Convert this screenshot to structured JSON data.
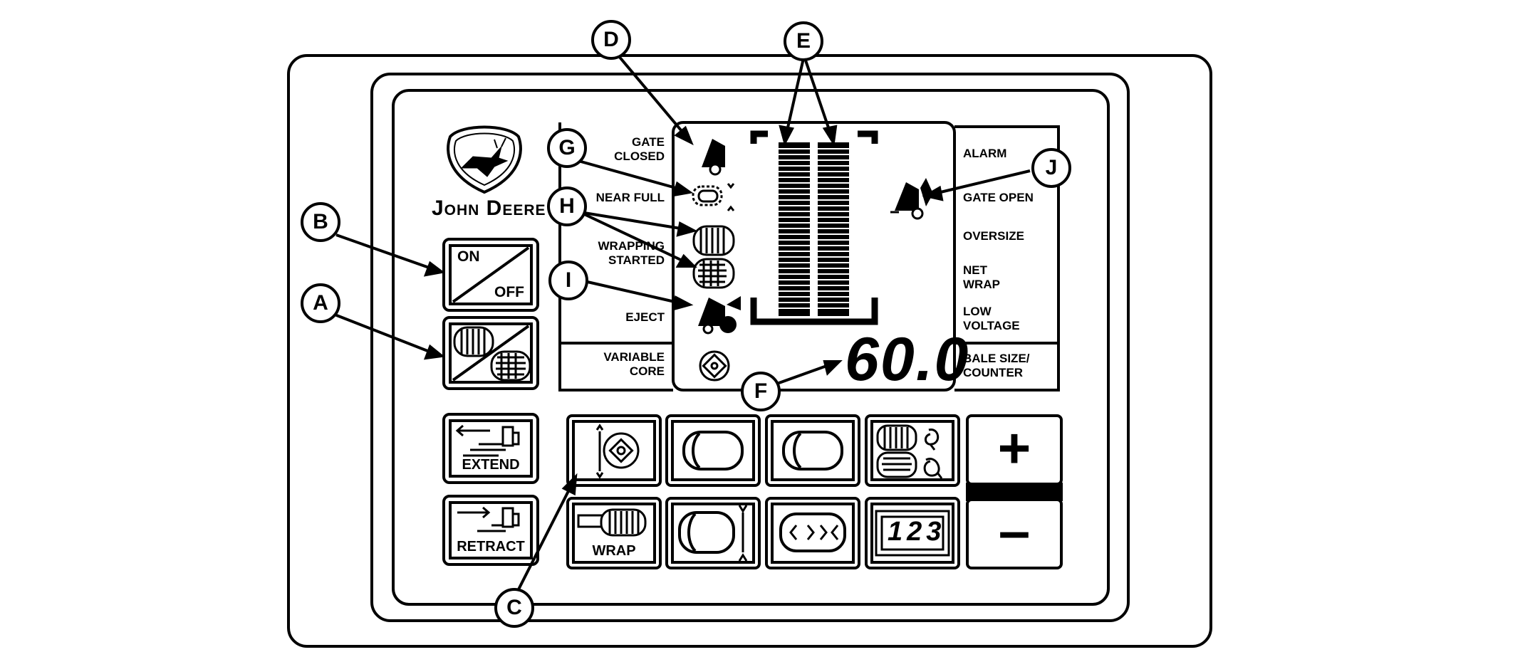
{
  "brand": {
    "name": "John Deere"
  },
  "left_labels": {
    "gate_closed": "GATE\nCLOSED",
    "near_full": "NEAR FULL",
    "wrapping_started": "WRAPPING\nSTARTED",
    "eject": "EJECT",
    "variable_core": "VARIABLE\nCORE"
  },
  "right_labels": {
    "alarm": "ALARM",
    "gate_open": "GATE OPEN",
    "oversize": "OVERSIZE",
    "net_wrap": "NET\nWRAP",
    "low_voltage": "LOW\nVOLTAGE",
    "bale_size_counter": "BALE SIZE/\nCOUNTER"
  },
  "display": {
    "readout": "60.0"
  },
  "buttons": {
    "on": "ON",
    "off": "OFF",
    "extend": "EXTEND",
    "retract": "RETRACT",
    "wrap": "WRAP",
    "counter_digits": "123",
    "plus": "+",
    "minus": "–"
  },
  "callouts": [
    "A",
    "B",
    "C",
    "D",
    "E",
    "F",
    "G",
    "H",
    "I",
    "J"
  ]
}
